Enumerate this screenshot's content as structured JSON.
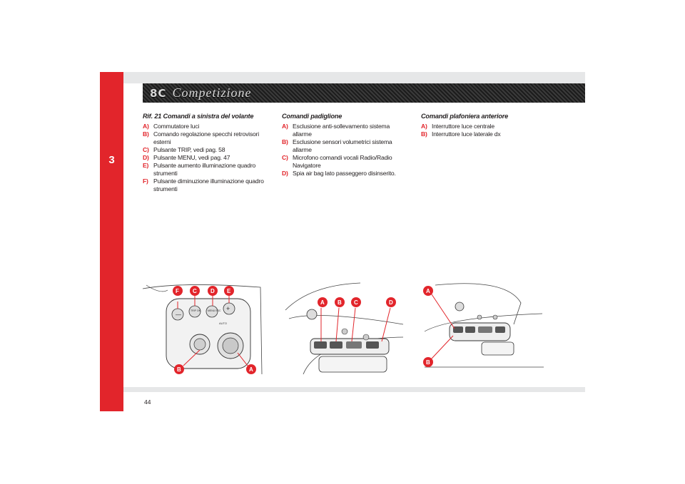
{
  "chapter": "3",
  "page_number": "44",
  "header_logo": {
    "bc": "8C",
    "script": "Competizione"
  },
  "columns": [
    {
      "title": "Rif. 21 Comandi a sinistra del volante",
      "items": [
        {
          "label": "A)",
          "text": "Commutatore luci"
        },
        {
          "label": "B)",
          "text": "Comando regolazione specchi retrovisori esterni"
        },
        {
          "label": "C)",
          "text": "Pulsante TRIP, vedi pag. 58"
        },
        {
          "label": "D)",
          "text": "Pulsante MENU, vedi pag. 47"
        },
        {
          "label": "E)",
          "text": "Pulsante aumento illuminazione quadro strumenti"
        },
        {
          "label": "F)",
          "text": "Pulsante diminuzione illuminazione quadro strumenti"
        }
      ]
    },
    {
      "title": "Comandi padiglione",
      "items": [
        {
          "label": "A)",
          "text": "Esclusione anti-sollevamento sistema allarme"
        },
        {
          "label": "B)",
          "text": "Esclusione sensori volumetrici sistema allarme"
        },
        {
          "label": "C)",
          "text": "Microfono comandi vocali Radio/Radio Navigatore"
        },
        {
          "label": "D)",
          "text": "Spia air bag lato passeggero disinserito."
        }
      ]
    },
    {
      "title": "Comandi plafoniera anteriore",
      "items": [
        {
          "label": "A)",
          "text": "Interruttore luce centrale"
        },
        {
          "label": "B)",
          "text": "Interruttore luce laterale dx"
        }
      ]
    }
  ],
  "figures": {
    "fig1": {
      "callouts": [
        "F",
        "C",
        "D",
        "E",
        "B",
        "A"
      ],
      "button_labels": [
        "TRIP OK",
        "MENU ESC",
        "AUTO"
      ]
    },
    "fig2": {
      "callouts": [
        "A",
        "B",
        "C",
        "D"
      ]
    },
    "fig3": {
      "callouts": [
        "A",
        "B"
      ]
    }
  },
  "colors": {
    "accent": "#e2252b",
    "band": "#e6e7e8",
    "text": "#231f20"
  }
}
